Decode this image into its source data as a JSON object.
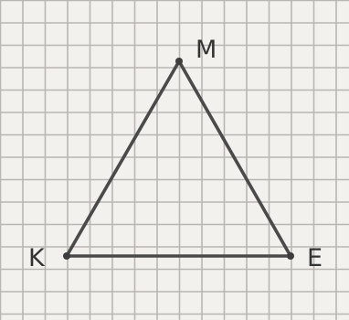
{
  "figure": {
    "vertices": {
      "M": {
        "label": "M"
      },
      "K": {
        "label": "K"
      },
      "E": {
        "label": "E"
      }
    }
  },
  "colors": {
    "background": "#f3f1ee",
    "grid": "#b9b6b3",
    "triangle": "#4a4a4a",
    "label": "#333333"
  }
}
